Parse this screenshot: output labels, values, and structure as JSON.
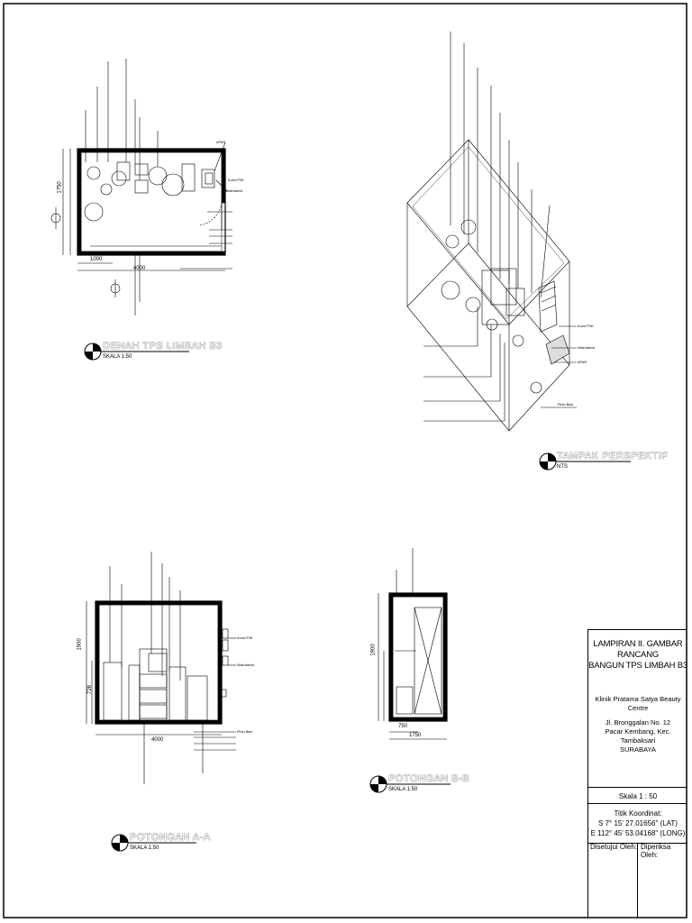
{
  "views": {
    "plan": {
      "title": "DENAH TPS LIMBAH B3",
      "scale": "SKALA 1:50"
    },
    "perspective": {
      "title": "TAMPAK PERSPEKTIF",
      "scale": "NTS"
    },
    "section_a": {
      "title": "POTONGAN A-A",
      "scale": "SKALA 1:50"
    },
    "section_b": {
      "title": "POTONGAN B-B",
      "scale": "SKALA 1:50"
    }
  },
  "dimensions": {
    "plan_width": "4000",
    "plan_sub": "1000",
    "plan_height": "1750",
    "sec_a_width": "4000",
    "sec_a_height": "1900",
    "sec_a_sub": "726",
    "sec_b_width": "1750",
    "sec_b_sub": "750",
    "sec_b_height": "1900"
  },
  "labels": {
    "apar": "APAR",
    "kunci": "Kunci P3K",
    "wastafel": "Washstand",
    "pintu": "Pintu Besi"
  },
  "title_block": {
    "title_line1": "LAMPIRAN II. GAMBAR RANCANG",
    "title_line2": "BANGUN TPS LIMBAH B3",
    "client": "Klinik Pratama Satya Beauty Centre",
    "address_line1": "Jl. Bronggalan No. 12",
    "address_line2": "Pacar Kembang, Kec. Tambaksari",
    "address_line3": "SURABAYA",
    "scale": "Skala 1 : 50",
    "coord_title": "Titik Koordinat:",
    "lat": "S 7° 15' 27.01656\" (LAT)",
    "long": "E 112° 45' 53.04168\" (LONG)",
    "approved_by": "Disetujui Oleh:",
    "checked_by": "Diperiksa Oleh:"
  }
}
